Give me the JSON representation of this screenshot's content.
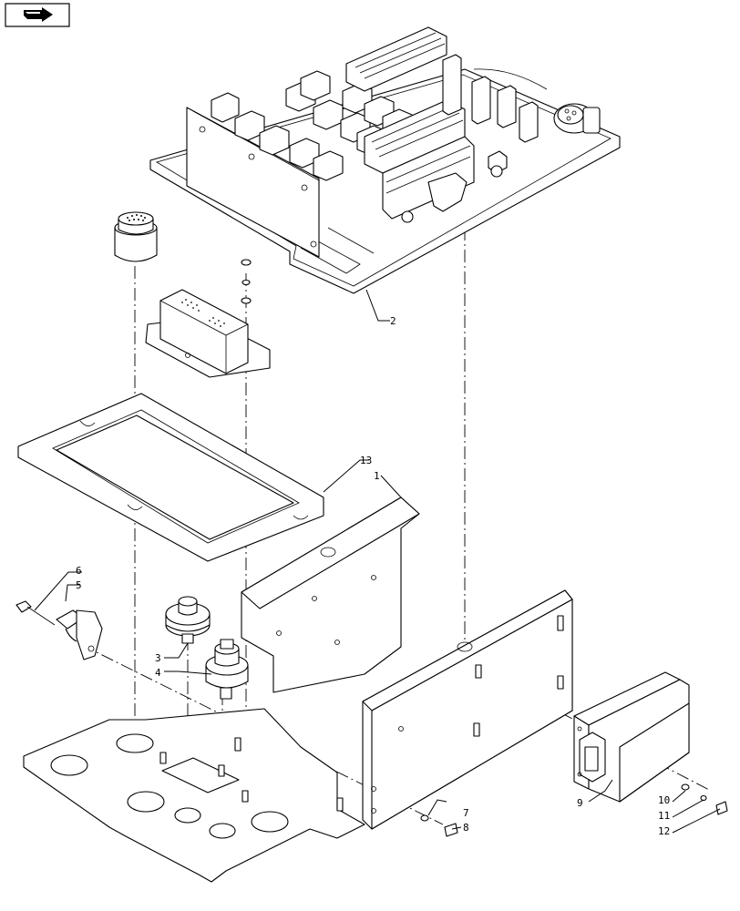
{
  "navigation": {
    "icon": "next-page-arrow-icon"
  },
  "callouts": {
    "c1": "1",
    "c2": "2",
    "c3": "3",
    "c4": "4",
    "c5": "5",
    "c6": "6",
    "c7": "7",
    "c8": "8",
    "c9": "9",
    "c10": "10",
    "c11": "11",
    "c12": "12",
    "c13": "13"
  }
}
